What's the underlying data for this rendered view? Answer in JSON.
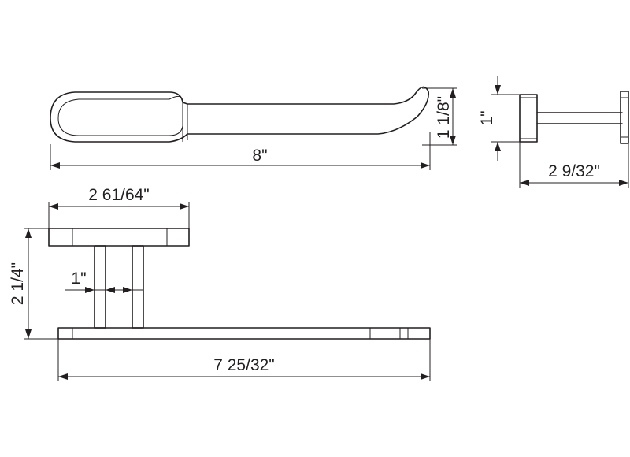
{
  "dimensions": {
    "top_length": "8\"",
    "top_height": "1 1/8\"",
    "side_height": "1\"",
    "side_depth": "2 9/32\"",
    "base_width": "2 61/64\"",
    "base_height": "2 1/4\"",
    "post_spacing": "1\"",
    "bottom_length": "7 25/32\""
  }
}
